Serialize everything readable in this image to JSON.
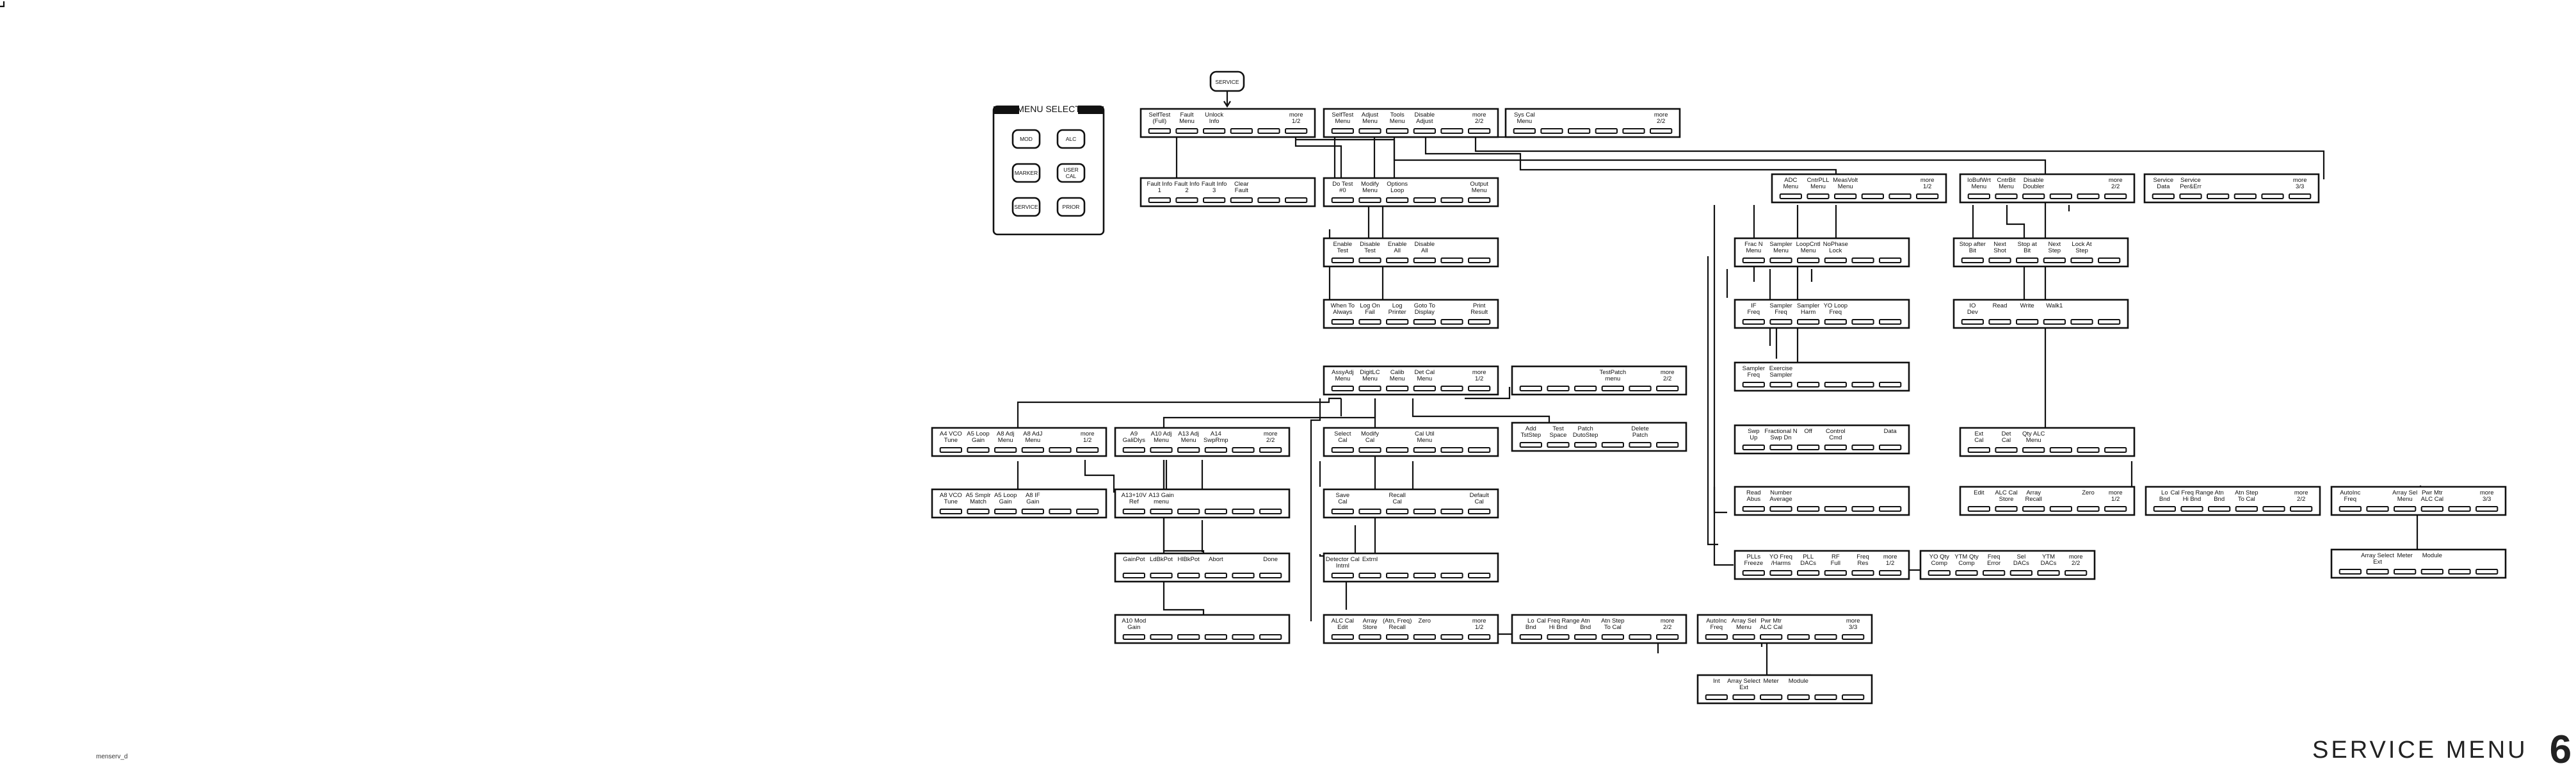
{
  "diagram": {
    "service_key": "SERVICE",
    "menu_select": {
      "title": "MENU SELECT",
      "keys": [
        "MOD",
        "ALC",
        "MARKER",
        "USER CAL",
        "SERVICE",
        "PRIOR"
      ]
    },
    "page_title": "SERVICE MENU",
    "page_number": "6",
    "filename": "menserv_d",
    "menus": [
      {
        "id": "M1",
        "labels": [
          "SelfTest (Full)",
          "Fault Menu",
          "Unlock Info",
          "",
          "",
          "more 1/2"
        ]
      },
      {
        "id": "M2",
        "labels": [
          "Fault Info 1",
          "Fault Info 2",
          "Fault Info 3",
          "Clear Fault",
          "",
          ""
        ]
      },
      {
        "id": "M3",
        "labels": [
          "SelfTest Menu",
          "Adjust Menu",
          "Tools Menu",
          "Disable Adjust",
          "",
          "more 2/2"
        ]
      },
      {
        "id": "M4",
        "labels": [
          "Sys Cal Menu",
          "",
          "",
          "",
          "",
          "more 2/2"
        ]
      },
      {
        "id": "M5",
        "labels": [
          "Do Test #0",
          "Modify Menu",
          "Options Loop",
          "",
          "",
          "Output Menu"
        ]
      },
      {
        "id": "M6",
        "labels": [
          "Enable Test",
          "Disable Test",
          "Enable All",
          "Disable All",
          "",
          ""
        ]
      },
      {
        "id": "M7",
        "labels": [
          "When To Always",
          "Log On Fail",
          "Log Printer",
          "Goto To Display",
          "",
          "Print Result"
        ]
      },
      {
        "id": "M8",
        "labels": [
          "AssyAdj Menu",
          "DigitLC Menu",
          "Calib Menu",
          "Det Cal Menu",
          "",
          "more 1/2"
        ]
      },
      {
        "id": "M9",
        "labels": [
          "",
          "",
          "",
          "TestPatch menu",
          "",
          "more 2/2"
        ]
      },
      {
        "id": "M10",
        "labels": [
          "Add TstStep",
          "Test Space",
          "Patch DutoStep",
          "",
          "Delete Patch",
          ""
        ]
      },
      {
        "id": "M11",
        "labels": [
          "A4 VCO Tune",
          "A5 Loop Gain",
          "A8 Adj Menu",
          "A8 AdJ Menu",
          "",
          "more 1/2"
        ]
      },
      {
        "id": "M12",
        "labels": [
          "A8 VCO Tune",
          "A5 Smplr Match",
          "A5 Loop Gain",
          "A8 IF Gain",
          "",
          ""
        ]
      },
      {
        "id": "M13",
        "labels": [
          "A9 GaliDlys",
          "A10 Adj Menu",
          "A13 Adj Menu",
          "A14 SwpRmp",
          "",
          "more 2/2"
        ]
      },
      {
        "id": "M14",
        "labels": [
          "A13+10V Ref",
          "A13 Gain menu",
          "",
          "",
          "",
          ""
        ]
      },
      {
        "id": "M15",
        "labels": [
          "GainPot",
          "LdBkPot",
          "HlBkPot",
          "Abort",
          "",
          "Done"
        ]
      },
      {
        "id": "M16",
        "labels": [
          "A10 Mod Gain",
          "",
          "",
          "",
          "",
          ""
        ]
      },
      {
        "id": "M17",
        "labels": [
          "Select Cal",
          "Modify Cal",
          "",
          "Cal Util Menu",
          "",
          ""
        ]
      },
      {
        "id": "M18",
        "labels": [
          "Save Cal",
          "",
          "Recall Cal",
          "",
          "",
          "Default Cal"
        ]
      },
      {
        "id": "M19",
        "labels": [
          "Detector Cal Intrnl",
          "Extrnl",
          "",
          "",
          "",
          ""
        ]
      },
      {
        "id": "M20",
        "labels": [
          "ALC Cal Edit",
          "Array Store",
          "(Atn, Freq) Recall",
          "Zero",
          "",
          "more 1/2"
        ]
      },
      {
        "id": "M21",
        "labels": [
          "Lo Bnd",
          "Cal Freq Range Hi Bnd",
          "Atn Bnd",
          "Atn Step To Cal",
          "",
          "more 2/2"
        ]
      },
      {
        "id": "M22",
        "labels": [
          "AutoInc Freq",
          "Array Sel Menu",
          "Pwr Mtr ALC Cal",
          "",
          "",
          "more 3/3"
        ]
      },
      {
        "id": "M23",
        "labels": [
          "Int",
          "Array Select Ext",
          "Meter",
          "Module",
          "",
          ""
        ]
      },
      {
        "id": "M24",
        "labels": [
          "ADC Menu",
          "CntrPLL Menu",
          "MeasVolt Menu",
          "",
          "",
          "more 1/2"
        ]
      },
      {
        "id": "M25",
        "labels": [
          "Frac N Menu",
          "Sampler Menu",
          "LoopCntl Menu",
          "NoPhase Lock",
          "",
          ""
        ]
      },
      {
        "id": "M26",
        "labels": [
          "IF Freq",
          "Sampler Freq",
          "Sampler Harm",
          "YO Loop Freq",
          "",
          ""
        ]
      },
      {
        "id": "M27",
        "labels": [
          "Sampler Freq",
          "Exercise Sampler",
          "",
          "",
          "",
          ""
        ]
      },
      {
        "id": "M28",
        "labels": [
          "Swp Up",
          "Fractional N Swp Dn",
          "Off",
          "Control Cmd",
          "",
          "Data"
        ]
      },
      {
        "id": "M29",
        "labels": [
          "Read Abus",
          "Number Average",
          "",
          "",
          "",
          ""
        ]
      },
      {
        "id": "M30",
        "labels": [
          "PLLs Freeze",
          "YO Freq /Harms",
          "PLL DACs",
          "RF Full",
          "Freq Res",
          "more 1/2"
        ]
      },
      {
        "id": "M31",
        "labels": [
          "YO Qty Comp",
          "YTM Qty Comp",
          "Freq Error",
          "Sel DACs",
          "YTM DACs",
          "more 2/2"
        ]
      },
      {
        "id": "M32",
        "labels": [
          "IoBufWrt Menu",
          "CntrBit Menu",
          "Disable Doubler",
          "",
          "",
          "more 2/2"
        ]
      },
      {
        "id": "M33",
        "labels": [
          "Stop after Bit",
          "Next Shot",
          "Stop at Bit",
          "Next Step",
          "Lock At Step",
          ""
        ]
      },
      {
        "id": "M34",
        "labels": [
          "IO Dev",
          "Read",
          "Write",
          "Walk1",
          "",
          ""
        ]
      },
      {
        "id": "M35",
        "labels": [
          "Service Data",
          "Service Per&Err",
          "",
          "",
          "",
          "more 3/3"
        ]
      },
      {
        "id": "M36",
        "labels": [
          "Ext Cal",
          "Det Cal",
          "Qty ALC Menu",
          "",
          "",
          ""
        ]
      },
      {
        "id": "M37",
        "labels": [
          "Edit",
          "ALC Cal Store",
          "Array Recall",
          "",
          "Zero",
          "more 1/2"
        ]
      },
      {
        "id": "M38",
        "labels": [
          "Lo Bnd",
          "Cal Freq Range Hi Bnd",
          "Atn Bnd",
          "Atn Step To Cal",
          "",
          "more 2/2"
        ]
      },
      {
        "id": "M39",
        "labels": [
          "AutoInc Freq",
          "",
          "Array Sel Menu",
          "Pwr Mtr ALC Cal",
          "",
          "more 3/3"
        ]
      },
      {
        "id": "M40",
        "labels": [
          "",
          "Array Select Ext",
          "Meter",
          "Module",
          "",
          ""
        ]
      }
    ]
  }
}
